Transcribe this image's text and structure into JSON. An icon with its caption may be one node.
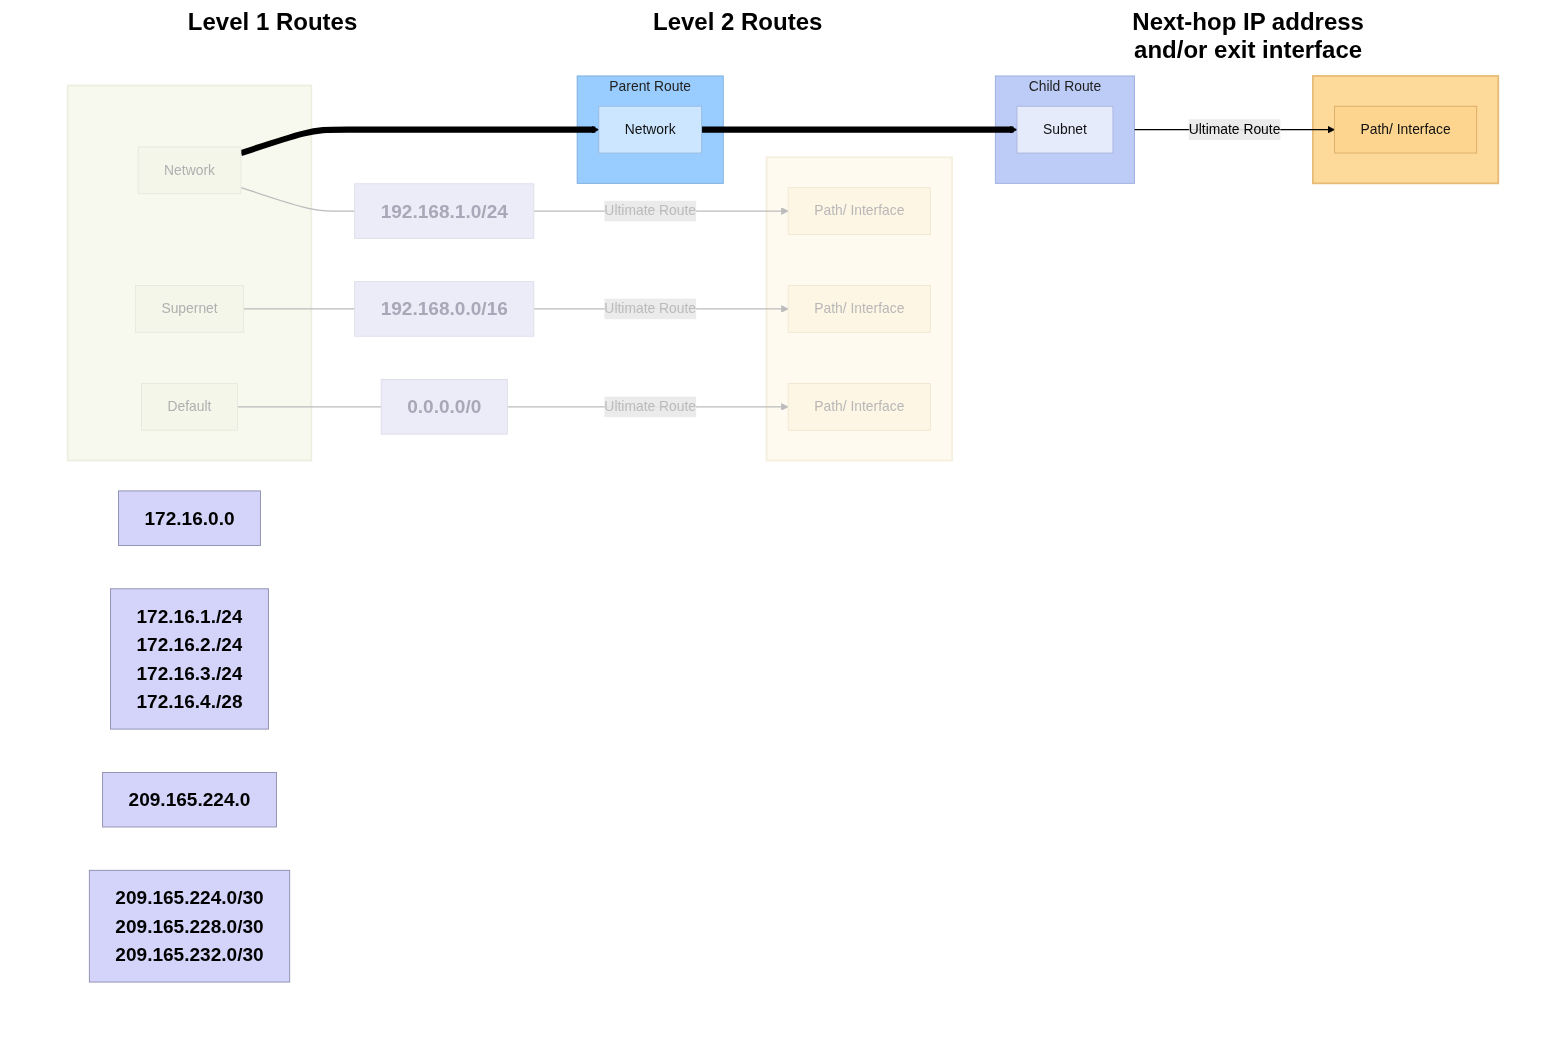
{
  "diagram": {
    "nodes": [
      {
        "text": [],
        "shape": "box"
      },
      {
        "text": [
          "Network"
        ],
        "in": 0
      },
      {
        "text": [
          "Supernet"
        ],
        "in": 0
      },
      {
        "text": [
          "Default"
        ],
        "in": 0
      },
      {
        "text": [
          "192.168.1.0/24"
        ]
      },
      {
        "text": [
          "192.168.0.0/16"
        ]
      },
      {
        "text": [
          "0.0.0.0/0"
        ]
      },
      {
        "text": [],
        "shape": "box"
      },
      {
        "text": [
          "Path/ Interface"
        ],
        "in": 7
      },
      {
        "text": [
          "Path/ Interface"
        ],
        "in": 7
      },
      {
        "text": [
          "Path/ Interface"
        ],
        "in": 7
      },
      {
        "text": [
          "Parent Route"
        ]
      },
      {
        "text": [
          "Network"
        ],
        "in": 11
      },
      {
        "text": [
          "Child Route"
        ]
      },
      {
        "text": [
          "Subnet"
        ],
        "in": 13
      },
      {
        "text": [],
        "shape": "box"
      },
      {
        "text": [
          "Path/ Interface"
        ],
        "in": 15
      },
      {
        "text": [
          "172.16.0.0"
        ]
      },
      {
        "text": [
          "172.16.1./24",
          "172.16.2./24",
          "172.16.3./24",
          "172.16.4./28"
        ]
      },
      {
        "text": [
          "209.165.224.0"
        ]
      },
      {
        "text": [
          "209.165.224.0/30",
          "209.165.228.0/30",
          "209.165.232.0/30"
        ]
      }
    ],
    "edges": [
      {
        "from": 1,
        "to": 4,
        "arrow": "none"
      },
      {
        "from": 4,
        "to": 8,
        "arrow": "to",
        "label": "Ultimate Route"
      },
      {
        "from": 2,
        "to": 5,
        "arrow": "none"
      },
      {
        "from": 5,
        "to": 9,
        "arrow": "to",
        "label": "Ultimate Route"
      },
      {
        "from": 3,
        "to": 6,
        "arrow": "none"
      },
      {
        "from": 6,
        "to": 10,
        "arrow": "to",
        "label": "Ultimate Route"
      },
      {
        "from": 1,
        "to": 12,
        "arrow": "to",
        "style": "thick",
        "color": "#000000"
      },
      {
        "from": 12,
        "to": 14,
        "arrow": "to",
        "style": "thick",
        "color": "#000000"
      },
      {
        "from": 13,
        "to": 16,
        "arrow": "to",
        "label": "Ultimate Route",
        "color": "#000000"
      }
    ],
    "labels": [
      "Level 1 Routes",
      "Level 2 Routes",
      "Next-hop IP address and/or exit interface"
    ]
  }
}
